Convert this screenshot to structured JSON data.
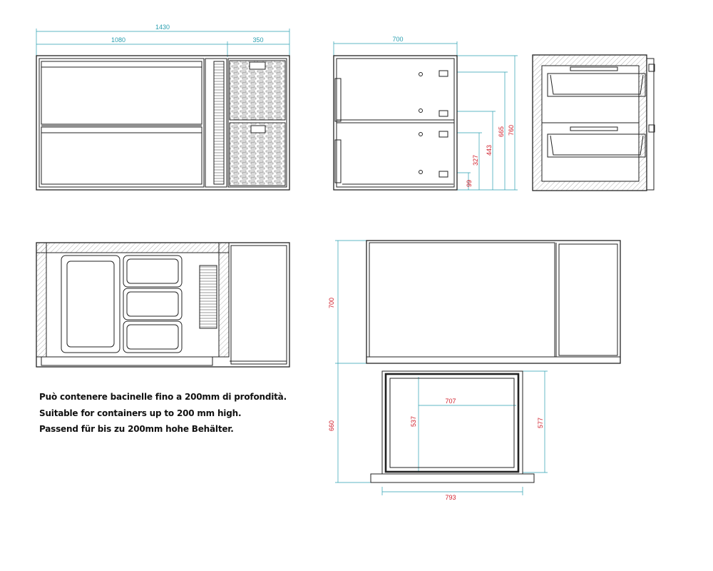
{
  "dimensions": {
    "front_total_width": "1430",
    "front_left_width": "1080",
    "front_right_width": "350",
    "side_depth": "700",
    "side_h1": "99",
    "side_h2": "327",
    "side_h3": "443",
    "side_h4": "665",
    "side_h5": "760",
    "plan_depth": "700",
    "plan_bottom_height": "660",
    "cutout_inner_width": "707",
    "cutout_inner_height": "537",
    "cutout_outer_height": "577",
    "cutout_outer_width": "793"
  },
  "notes": [
    "Può contenere bacinelle fino a 200mm di profondità.",
    "Suitable for containers up to 200 mm high.",
    "Passend für bis zu 200mm hohe Behälter."
  ],
  "colors": {
    "line": "#222222",
    "dimension_cyan": "#2a9fb0",
    "dimension_red": "#d0202c",
    "hatch": "#999999"
  }
}
